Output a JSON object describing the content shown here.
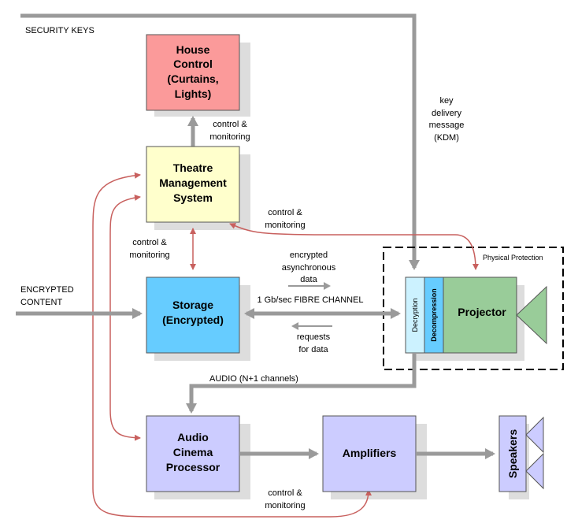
{
  "boxes": {
    "house_control": {
      "lines": [
        "House",
        "Control",
        "(Curtains,",
        "Lights)"
      ],
      "fill": "#fb9a9a"
    },
    "tms": {
      "lines": [
        "Theatre",
        "Management",
        "System"
      ],
      "fill": "#ffffcc"
    },
    "storage": {
      "lines": [
        "Storage",
        "(Encrypted)"
      ],
      "fill": "#66ccff"
    },
    "decryption": {
      "label": "Decryption",
      "fill": "#ccf2ff"
    },
    "decompression": {
      "label": "Decompression",
      "fill": "#66ccff"
    },
    "projector": {
      "label": "Projector",
      "fill": "#99cc99"
    },
    "audio_processor": {
      "lines": [
        "Audio",
        "Cinema",
        "Processor"
      ],
      "fill": "#ccccff"
    },
    "amplifiers": {
      "label": "Amplifiers",
      "fill": "#ccccff"
    },
    "speakers": {
      "label": "Speakers",
      "fill": "#ccccff"
    }
  },
  "labels": {
    "security_keys": "SECURITY KEYS",
    "kdm": [
      "key",
      "delivery",
      "message",
      "(KDM)"
    ],
    "control_monitoring": [
      "control &",
      "monitoring"
    ],
    "encrypted_content": [
      "ENCRYPTED",
      "CONTENT"
    ],
    "encrypted_async": [
      "encrypted",
      "asynchronous",
      "data"
    ],
    "fibre_channel": "1 Gb/sec FIBRE CHANNEL",
    "requests": [
      "requests",
      "for data"
    ],
    "audio_channels": "AUDIO (N+1 channels)",
    "physical_protection": "Physical Protection"
  },
  "colors": {
    "gray_arrow": "#9a9a9a",
    "red_link": "#c8605e",
    "shadow": "#dddddd"
  }
}
